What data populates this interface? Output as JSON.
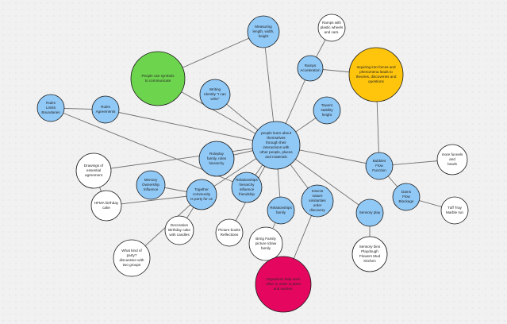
{
  "colors": {
    "blue": "#90c8f6",
    "white": "#ffffff",
    "green": "#6dd44d",
    "yellow": "#ffc50c",
    "magenta": "#e5065f",
    "stroke": "#1b1b1b",
    "edge": "#6f6f6f"
  },
  "nodes": [
    {
      "id": "center",
      "color": "blue",
      "text": "people learn about\nthemselves\nthrough their\ninteractions with\nother people, places\nand materials"
    },
    {
      "id": "measuring",
      "color": "blue",
      "text": "Measuring\nlength, width,\nheight"
    },
    {
      "id": "ramps-accel",
      "color": "blue",
      "text": "Ramps\nAcceleration"
    },
    {
      "id": "ramps-plastic",
      "color": "white",
      "text": "Ramps with\nplastic wheels\nand cars."
    },
    {
      "id": "inquiring",
      "color": "yellow",
      "text": "Inquiring into forces and\nphenomena leads to\ntheories, discoveries and\nquestions"
    },
    {
      "id": "symbols",
      "color": "green",
      "text": "People use symbols\nto communicate"
    },
    {
      "id": "writing",
      "color": "blue",
      "text": "Writing\nIdentity \"I can\nwrite\""
    },
    {
      "id": "towers",
      "color": "blue",
      "text": "Towers\nstability\nheight"
    },
    {
      "id": "rules-limits",
      "color": "blue",
      "text": "Rules\nLimits\nBoundaries"
    },
    {
      "id": "rules-agreements",
      "color": "blue",
      "text": "Rules\nAgreements"
    },
    {
      "id": "roleplay",
      "color": "blue",
      "text": "Roleplay\nfamily, roles\nhierarchy"
    },
    {
      "id": "bubbles",
      "color": "blue",
      "text": "Bubbles\nFlow\nFunction"
    },
    {
      "id": "more-funnels",
      "color": "white",
      "text": "more funnels\nand\nbowls"
    },
    {
      "id": "drawings",
      "color": "white",
      "text": "Drawings of\nessential\nagreement"
    },
    {
      "id": "memory",
      "color": "blue",
      "text": "Memory\nOwnership\nInfluence"
    },
    {
      "id": "together",
      "color": "blue",
      "text": "Together\ncommunity\nIs party for us"
    },
    {
      "id": "relationships-h",
      "color": "blue",
      "text": "Relationships\nhierarchy\ninfluence\nfriendship"
    },
    {
      "id": "insects",
      "color": "blue",
      "text": "Insects\nnature\nsimilarities\norder\ndiscovery"
    },
    {
      "id": "dams",
      "color": "blue",
      "text": "Dams\nFlow\nBlockage"
    },
    {
      "id": "hfma",
      "color": "white",
      "text": "HFMA birthday\ncake"
    },
    {
      "id": "relationships-f",
      "color": "blue",
      "text": "Relationships\nfamily"
    },
    {
      "id": "sensory-play",
      "color": "blue",
      "text": "Sensory play"
    },
    {
      "id": "tuff-tray",
      "color": "white",
      "text": "Tuff Tray\nMarble run"
    },
    {
      "id": "decoration",
      "color": "white",
      "text": "Decoration\nBirthday cake\nwith candles"
    },
    {
      "id": "picture-books",
      "color": "white",
      "text": "Picture books\nReflections"
    },
    {
      "id": "bring-family",
      "color": "white",
      "text": "Bring Family\npicture /draw\nfamily"
    },
    {
      "id": "sensory-bins",
      "color": "white",
      "text": "Sensory bins\nPlaydough\nFlowers Mud\nKitchen"
    },
    {
      "id": "party-q",
      "color": "white",
      "text": "What kind of\nparty?\ndiscussion with\ntwo groups"
    },
    {
      "id": "magenta",
      "color": "magenta",
      "text": "Organisms help each\nother in order to plant\nand survive."
    }
  ]
}
